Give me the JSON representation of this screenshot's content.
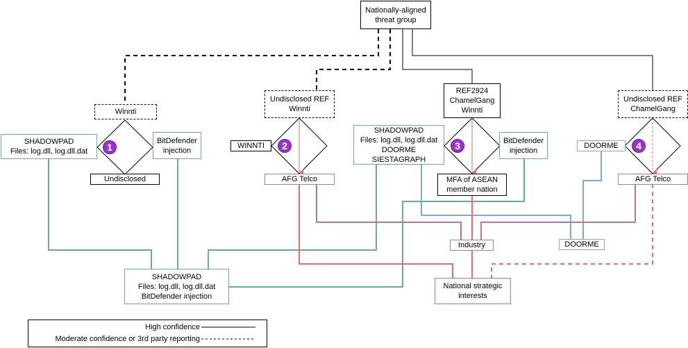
{
  "diagram": {
    "root": {
      "label": "Nationally-aligned\nthreat group"
    },
    "clusters": [
      {
        "id": 1,
        "badge": "1",
        "actor": "Winnti",
        "actor_confidence": "moderate",
        "capability": "SHADOWPAD\nFiles: log.dll, log.dll.dat",
        "infrastructure": "BitDefender\ninjection",
        "victim": "Undisclosed"
      },
      {
        "id": 2,
        "badge": "2",
        "actor": "Undisclosed REF\nWinnti",
        "actor_confidence": "moderate",
        "capability": "WINNTI",
        "victim": "AFG Telco"
      },
      {
        "id": 3,
        "badge": "3",
        "actor": "REF2924\nChamelGang\nWinnti",
        "actor_confidence": "high",
        "capability": "SHADOWPAD\nFiles: log.dll, log.dll.dat\nDOORME\nSIESTAGRAPH",
        "infrastructure": "BitDefender\ninjection",
        "victim": "MFA of ASEAN\nmember nation"
      },
      {
        "id": 4,
        "badge": "4",
        "actor": "Undisclosed REF\nChamelGang",
        "actor_confidence": "high",
        "capability": "DOORME",
        "victim": "AFG Telco"
      }
    ],
    "aggregates": {
      "shadowpad": "SHADOWPAD\nFiles: log.dll, log.dll.dat\nBitDefender injection",
      "industry": "Industry",
      "doorme": "DOORME",
      "national": "National strategic\ninterests"
    },
    "colors": {
      "capability": "#67AB9F",
      "victim": "#B5739D",
      "doorme": "#7EA6E0",
      "national": "#EA6B66",
      "badge": "#9933CC"
    }
  },
  "legend": {
    "high": "High confidence",
    "moderate": "Moderate confidence or 3rd party reporting"
  }
}
